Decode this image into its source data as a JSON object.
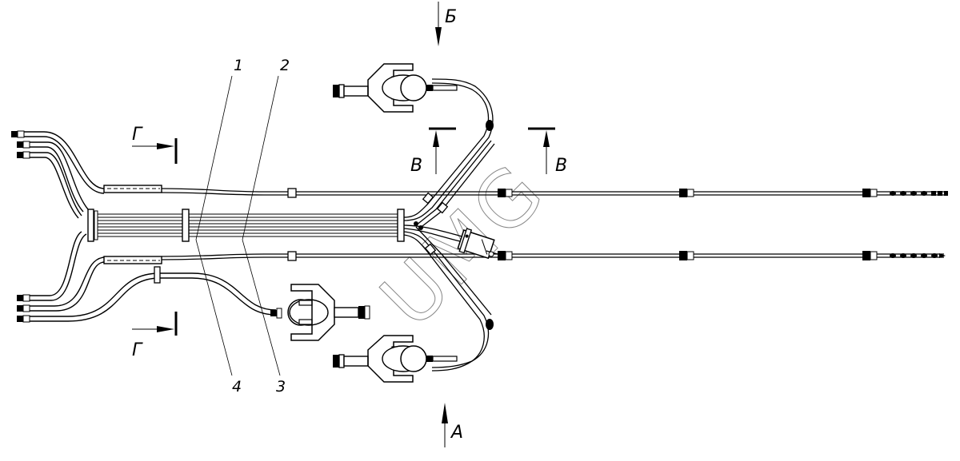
{
  "drawing": {
    "title": "Cable harness assembly drawing",
    "watermark": "UMG",
    "view_labels": {
      "view_a": "А",
      "view_b": "Б",
      "section_v_left": "В",
      "section_v_right": "В",
      "section_g_top": "Г",
      "section_g_bottom": "Г"
    },
    "callouts": {
      "c1": "1",
      "c2": "2",
      "c3": "3",
      "c4": "4"
    },
    "colors": {
      "line": "#000000",
      "watermark": "#888888",
      "background": "#ffffff"
    }
  }
}
